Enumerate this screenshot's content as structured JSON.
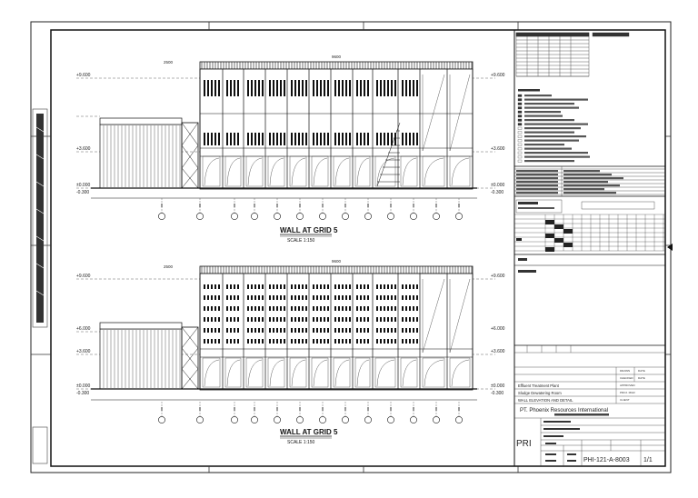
{
  "drawing": {
    "top_view": {
      "title": "WALL AT GRID 5",
      "scale": "SCALE 1:150"
    },
    "bottom_view": {
      "title": "WALL AT GRID 5",
      "scale": "SCALE 1:150"
    }
  },
  "title_block": {
    "project_line_1": "Effluent Treatment Plant",
    "project_line_2": "Sludge Dewatering Room",
    "drawing_title": "WALL ELEVATION AND DETAIL",
    "company": "PT. Phoenix Resources International",
    "logo": "PRI",
    "drawing_number": "PHI-121-A-8003",
    "sheet": "1/1"
  },
  "colors": {
    "line": "#1a1a1a",
    "paper": "#ffffff"
  }
}
